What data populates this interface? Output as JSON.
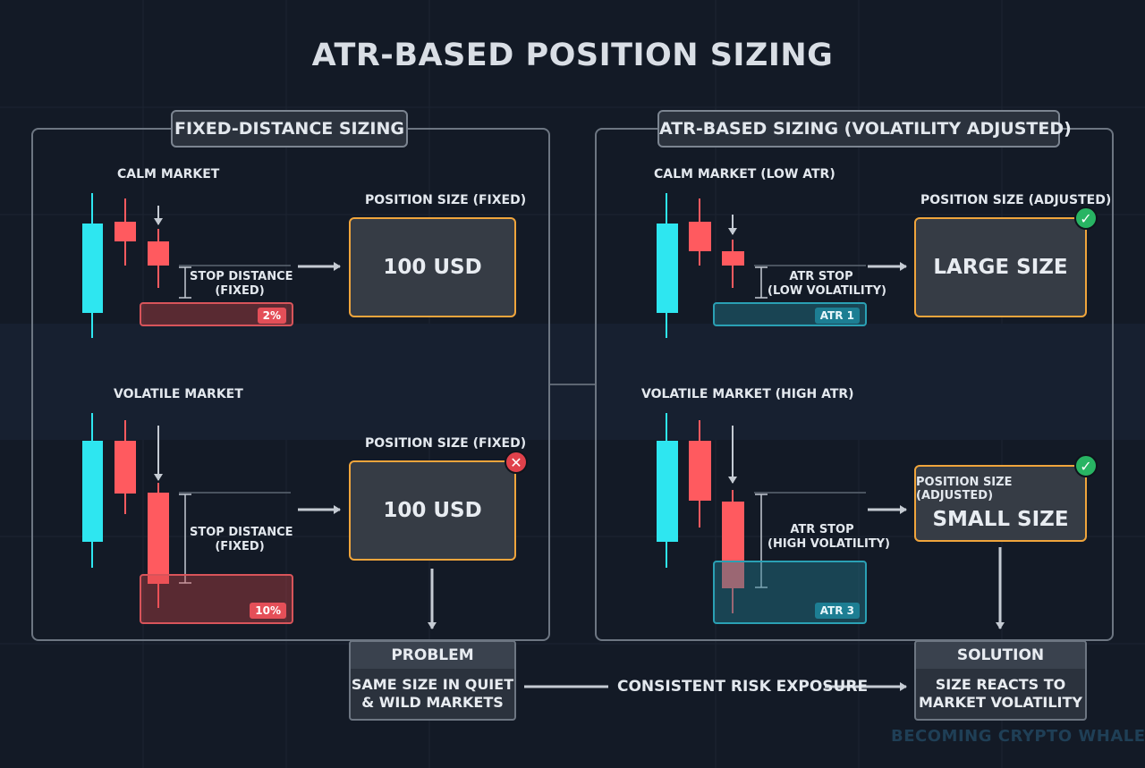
{
  "title": "ATR-BASED POSITION SIZING",
  "colors": {
    "background": "#131a26",
    "bullish": "#2ee6f0",
    "bearish": "#ff5a5f",
    "accent": "#f0a53c",
    "ok": "#28b463",
    "bad": "#e0414b"
  },
  "left_panel": {
    "header": "FIXED-DISTANCE SIZING",
    "calm": {
      "label": "CALM MARKET",
      "stop_label_1": "STOP DISTANCE",
      "stop_label_2": "(FIXED)",
      "tag": "2%",
      "pos_label": "POSITION SIZE (FIXED)",
      "pos_value": "100 USD"
    },
    "volatile": {
      "label": "VOLATILE MARKET",
      "stop_label_1": "STOP DISTANCE",
      "stop_label_2": "(FIXED)",
      "tag": "10%",
      "pos_label": "POSITION SIZE (FIXED)",
      "pos_value": "100 USD",
      "badge": "✕",
      "badge_icon": "x-circle-icon"
    }
  },
  "right_panel": {
    "header": "ATR-BASED SIZING (VOLATILITY ADJUSTED)",
    "calm": {
      "label": "CALM MARKET (LOW ATR)",
      "stop_label_1": "ATR STOP",
      "stop_label_2": "(LOW VOLATILITY)",
      "tag": "ATR 1",
      "pos_label": "POSITION SIZE (ADJUSTED)",
      "pos_value": "LARGE SIZE",
      "badge": "✓",
      "badge_icon": "check-circle-icon"
    },
    "volatile": {
      "label": "VOLATILE MARKET (HIGH ATR)",
      "stop_label_1": "ATR STOP",
      "stop_label_2": "(HIGH VOLATILITY)",
      "tag": "ATR 3",
      "pos_label": "POSITION SIZE (ADJUSTED)",
      "pos_value": "SMALL SIZE",
      "badge": "✓",
      "badge_icon": "check-circle-icon"
    }
  },
  "problem": {
    "head": "PROBLEM",
    "line1": "SAME SIZE IN QUIET",
    "line2": "& WILD MARKETS"
  },
  "solution": {
    "head": "SOLUTION",
    "line1": "SIZE REACTS TO",
    "line2": "MARKET VOLATILITY"
  },
  "middle_text": "CONSISTENT RISK EXPOSURE",
  "watermark": "BECOMING CRYPTO WHALE"
}
